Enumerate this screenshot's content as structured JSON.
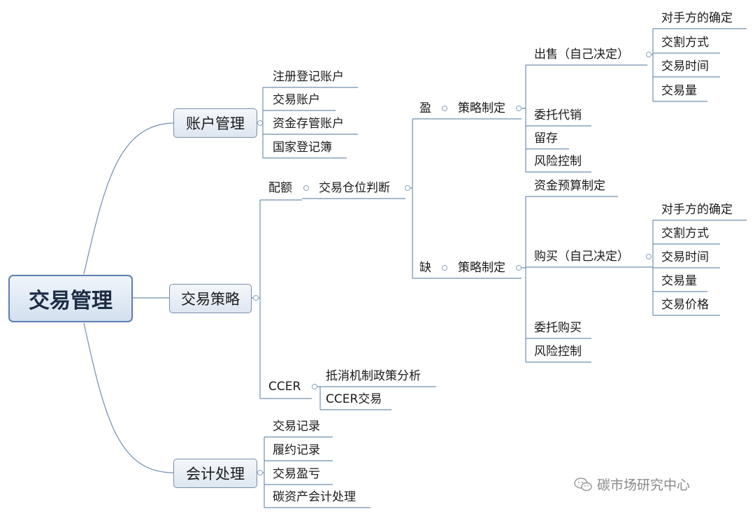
{
  "root": "交易管理",
  "branches": {
    "account": {
      "label": "账户管理",
      "items": [
        "注册登记账户",
        "交易账户",
        "资金存管账户",
        "国家登记簿"
      ]
    },
    "strategy": {
      "label": "交易策略",
      "quota": "配额",
      "position": "交易仓位判断",
      "surplus": {
        "label": "盈",
        "plan": "策略制定",
        "sell": "出售（自己决定）",
        "sell_items": [
          "对手方的确定",
          "交割方式",
          "交易时间",
          "交易量"
        ],
        "others": [
          "委托代销",
          "留存",
          "风险控制"
        ]
      },
      "shortage": {
        "label": "缺",
        "plan": "策略制定",
        "budget": "资金预算制定",
        "buy": "购买（自己决定）",
        "buy_items": [
          "对手方的确定",
          "交割方式",
          "交易时间",
          "交易量",
          "交易价格"
        ],
        "others": [
          "委托购买",
          "风险控制"
        ]
      },
      "ccer": {
        "label": "CCER",
        "items": [
          "抵消机制政策分析",
          "CCER交易"
        ]
      }
    },
    "accounting": {
      "label": "会计处理",
      "items": [
        "交易记录",
        "履约记录",
        "交易盈亏",
        "碳资产会计处理"
      ]
    }
  },
  "watermark": "碳市场研究中心"
}
